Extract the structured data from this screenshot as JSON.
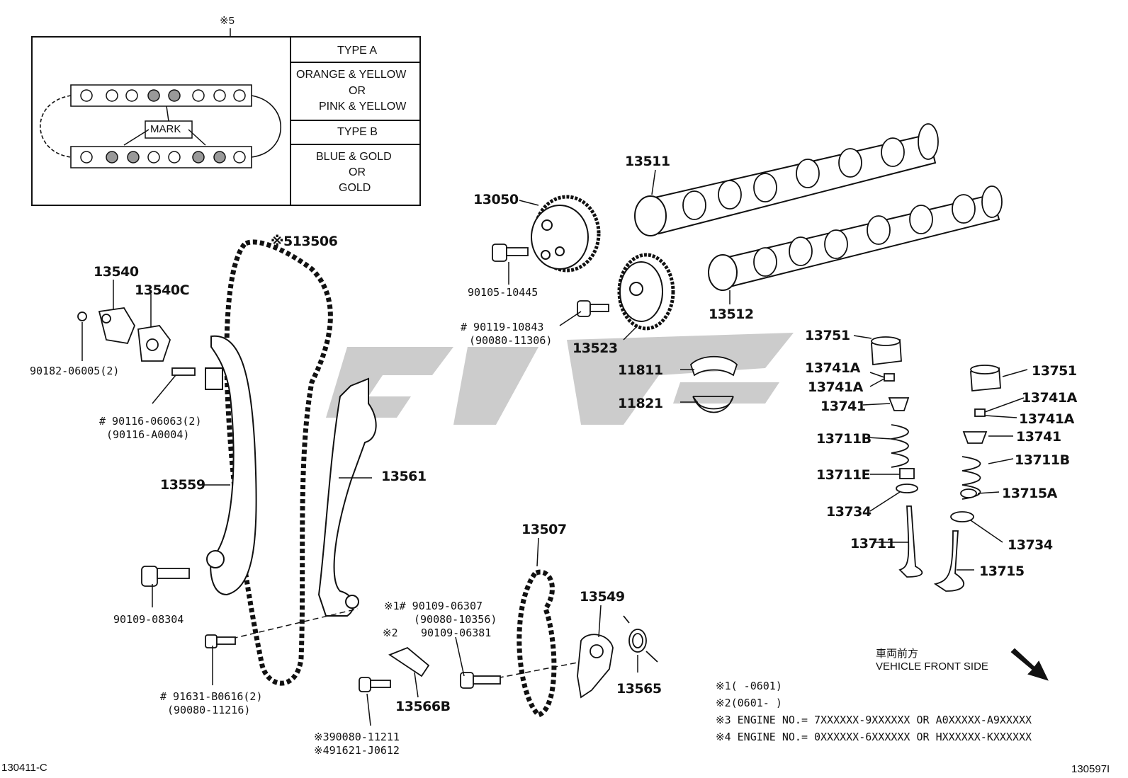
{
  "inset": {
    "ref_mark": "※5",
    "mark_label": "MARK",
    "type_a": {
      "header": "TYPE A",
      "lines": [
        "ORANGE & YELLOW",
        "OR",
        "PINK & YELLOW"
      ]
    },
    "type_b": {
      "header": "TYPE B",
      "lines": [
        "BLUE & GOLD",
        "OR",
        "GOLD"
      ]
    }
  },
  "parts": {
    "p13506": "※513506",
    "p13540": "13540",
    "p13540c": "13540C",
    "p90182": "90182-06005(2)",
    "p90116": "# 90116-06063(2)",
    "p90116b": "(90116-A0004)",
    "p13559": "13559",
    "p13561": "13561",
    "p90109_08304": "90109-08304",
    "p91631": "# 91631-B0616(2)",
    "p91631b": "(90080-11216)",
    "p13050": "13050",
    "p90105": "90105-10445",
    "p13511": "13511",
    "p13512": "13512",
    "p90119": "# 90119-10843",
    "p90119b": "(90080-11306)",
    "p13523": "13523",
    "p11811": "11811",
    "p11821": "11821",
    "p13507": "13507",
    "p13549": "13549",
    "p13565": "13565",
    "p90109_06307": "※1# 90109-06307",
    "p90109_06307b": "(90080-10356)",
    "p_ref2": "※2",
    "p90109_06381": "90109-06381",
    "p13566b": "13566B",
    "p90080_11211": "※390080-11211",
    "p91621": "※491621-J0612",
    "p13751_l": "13751",
    "p13741a_l1": "13741A",
    "p13741a_l2": "13741A",
    "p13741_l": "13741",
    "p13711b_l": "13711B",
    "p13711e": "13711E",
    "p13734_l": "13734",
    "p13711": "13711",
    "p13751_r": "13751",
    "p13741a_r1": "13741A",
    "p13741a_r2": "13741A",
    "p13741_r": "13741",
    "p13711b_r": "13711B",
    "p13715a": "13715A",
    "p13734_r": "13734",
    "p13715": "13715"
  },
  "direction": {
    "jp": "車両前方",
    "en": "VEHICLE FRONT SIDE"
  },
  "notes": [
    "※1(     -0601)",
    "※2(0601-     )",
    "※3 ENGINE NO.= 7XXXXXX-9XXXXXX OR A0XXXXX-A9XXXXX",
    "※4 ENGINE NO.= 0XXXXXX-6XXXXXX OR HXXXXXX-KXXXXXX"
  ],
  "footer": {
    "left_code": "130411-C",
    "right_code": "130597I"
  }
}
